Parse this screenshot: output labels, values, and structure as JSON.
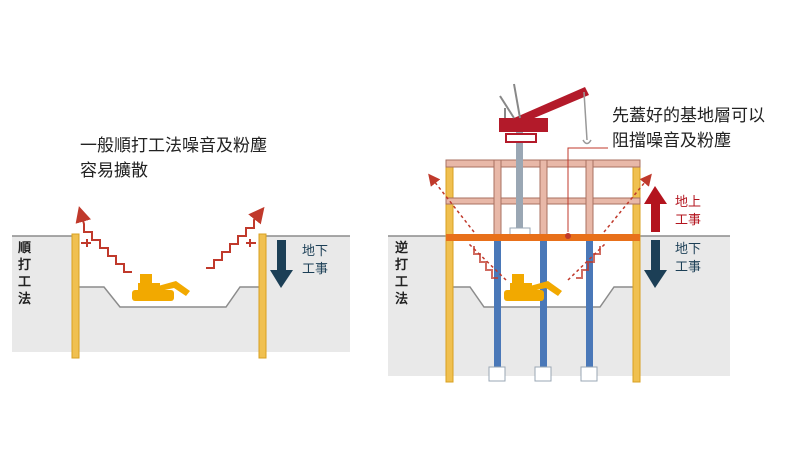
{
  "colors": {
    "ground": "#e9e9e9",
    "ground_line": "#8c8c8c",
    "pile": "#f0c050",
    "pile_stroke": "#d9a020",
    "excavator": "#f2a900",
    "noise": "#c0392b",
    "frame": "#e8b8a8",
    "frame_stroke": "#a87060",
    "slab": "#e8701a",
    "column": "#4a78b8",
    "crane": "#b31a2a",
    "arrow_down": "#1c3f56",
    "arrow_up": "#b3141e",
    "callout_line": "#c0392b"
  },
  "left_panel": {
    "caption_line1": "一般順打工法噪音及粉塵",
    "caption_line2": "容易擴散",
    "method_label": [
      "順",
      "打",
      "工",
      "法"
    ],
    "direction_label_line1": "地下",
    "direction_label_line2": "工事"
  },
  "right_panel": {
    "caption_line1": "先蓋好的基地層可以",
    "caption_line2": "阻擋噪音及粉塵",
    "method_label": [
      "逆",
      "打",
      "工",
      "法"
    ],
    "above_label_line1": "地上",
    "above_label_line2": "工事",
    "below_label_line1": "地下",
    "below_label_line2": "工事"
  }
}
